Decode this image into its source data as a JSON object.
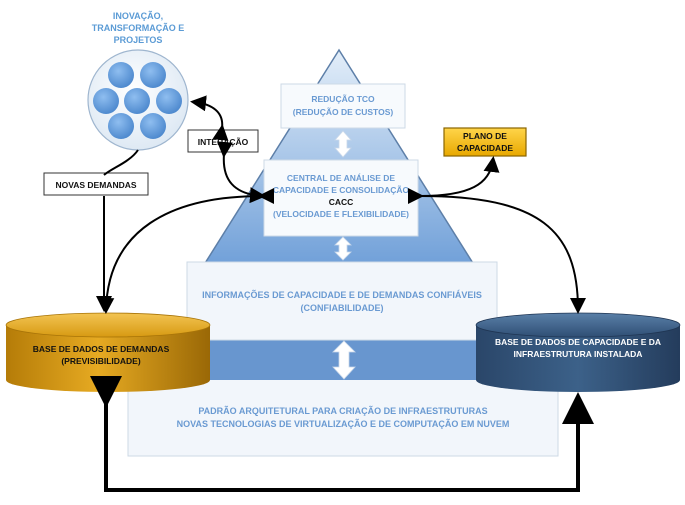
{
  "top_cluster": {
    "label_lines": [
      "INOVAÇÃO,",
      "TRANSFORMAÇÃO E",
      "PROJETOS"
    ]
  },
  "boxes": {
    "reducao": {
      "lines": [
        "REDUÇÃO TCO",
        "(REDUÇÃO DE CUSTOS)"
      ]
    },
    "central": {
      "lines": [
        "CENTRAL DE ANÁLISE DE",
        "CAPACIDADE E CONSOLIDAÇÃO",
        "CACC",
        "(VELOCIDADE E FLEXIBILIDADE)"
      ]
    },
    "informacoes": {
      "lines": [
        "INFORMAÇÕES DE CAPACIDADE E DE DEMANDAS CONFIÁVEIS",
        "(CONFIABILIDADE)"
      ]
    },
    "padrao": {
      "lines": [
        "PADRÃO ARQUITETURAL PARA CRIAÇÃO DE INFRAESTRUTURAS",
        "NOVAS TECNOLOGIAS DE VIRTUALIZAÇÃO E DE COMPUTAÇÃO EM NUVEM"
      ]
    }
  },
  "labels": {
    "interacao": "INTERAÇÃO",
    "novas_demandas": "NOVAS DEMANDAS",
    "plano": [
      "PLANO DE",
      "CAPACIDADE"
    ]
  },
  "databases": {
    "demandas": {
      "lines": [
        "BASE DE DADOS DE DEMANDAS",
        "(PREVISIBILIDADE)"
      ]
    },
    "capacidade": {
      "lines": [
        "BASE DE DADOS DE CAPACIDADE E DA",
        "INFRAESTRUTURA INSTALADA"
      ]
    }
  },
  "colors": {
    "box_text": "#6a9ad2",
    "triangle_top": "#cfe0f2",
    "triangle_bottom": "#6f9fd8",
    "band": "#6896cf",
    "db_left": "#d99a14",
    "db_right": "#2f4f75",
    "plano_fill": "#f2b800"
  }
}
